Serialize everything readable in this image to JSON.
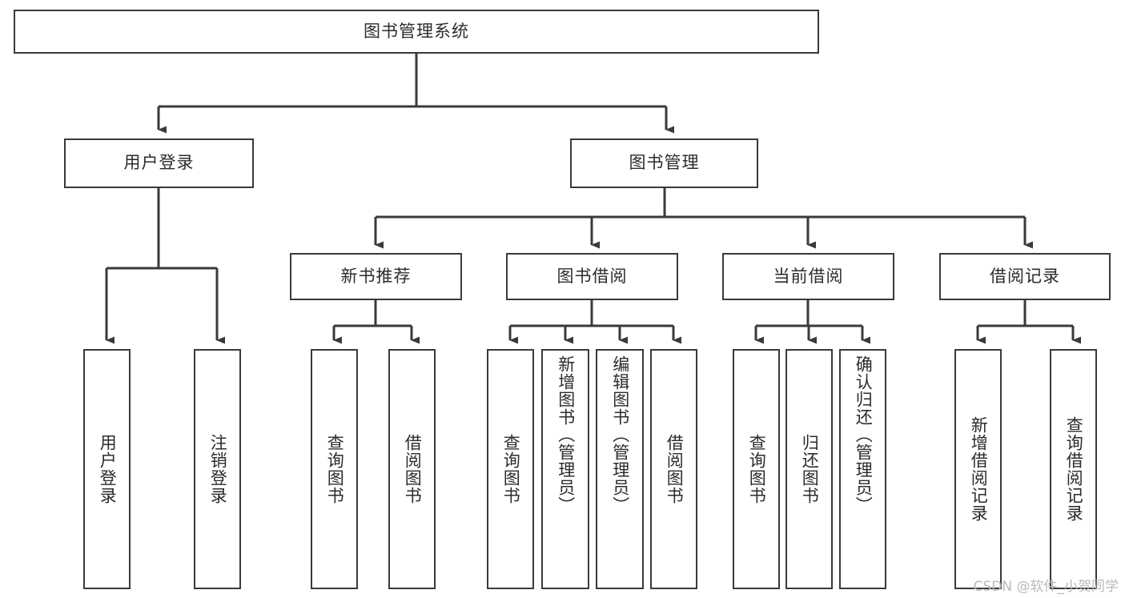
{
  "diagram": {
    "title": "图书管理系统",
    "type": "tree-hierarchy-diagram",
    "colors": {
      "background": "#ffffff",
      "box_border": "#3a3a3a",
      "box_fill": "#ffffff",
      "text": "#2b2b2b",
      "edge": "#3a3a3a",
      "watermark": "#b9b9b9"
    },
    "watermark": "CSDN @软件_小贺同学",
    "root": {
      "label": "图书管理系统"
    },
    "level1": [
      {
        "label": "用户登录"
      },
      {
        "label": "图书管理"
      }
    ],
    "level2": [
      {
        "label": "新书推荐"
      },
      {
        "label": "图书借阅"
      },
      {
        "label": "当前借阅"
      },
      {
        "label": "借阅记录"
      }
    ],
    "leaves": {
      "user_login": [
        {
          "label": "用户登录"
        },
        {
          "label": "注销登录"
        }
      ],
      "new_book_recommend": [
        {
          "label": "查询图书"
        },
        {
          "label": "借阅图书"
        }
      ],
      "book_borrow": [
        {
          "label": "查询图书"
        },
        {
          "label": "新增图书（管理员）"
        },
        {
          "label": "编辑图书（管理员）"
        },
        {
          "label": "借阅图书"
        }
      ],
      "current_borrow": [
        {
          "label": "查询图书"
        },
        {
          "label": "归还图书"
        },
        {
          "label": "确认归还（管理员）"
        }
      ],
      "borrow_record": [
        {
          "label": "新增借阅记录"
        },
        {
          "label": "查询借阅记录"
        }
      ]
    }
  }
}
